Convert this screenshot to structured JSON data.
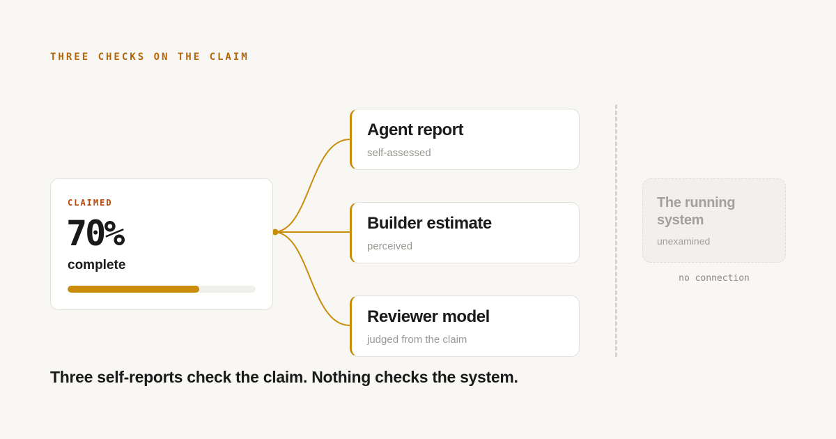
{
  "eyebrow": "THREE CHECKS ON THE CLAIM",
  "claim": {
    "label": "CLAIMED",
    "value": "70%",
    "caption": "complete",
    "progress": 0.7
  },
  "checks": [
    {
      "title": "Agent report",
      "subtitle": "self-assessed"
    },
    {
      "title": "Builder estimate",
      "subtitle": "perceived"
    },
    {
      "title": "Reviewer model",
      "subtitle": "judged from the claim"
    }
  ],
  "system": {
    "title": "The running system",
    "subtitle": "unexamined",
    "status": "no connection"
  },
  "footer": "Three self-reports check the claim. Nothing checks the system.",
  "colors": {
    "accent": "#c98d0a",
    "eyebrow": "#b3670a",
    "claim_label": "#b3470a",
    "muted": "#a3a19c"
  }
}
